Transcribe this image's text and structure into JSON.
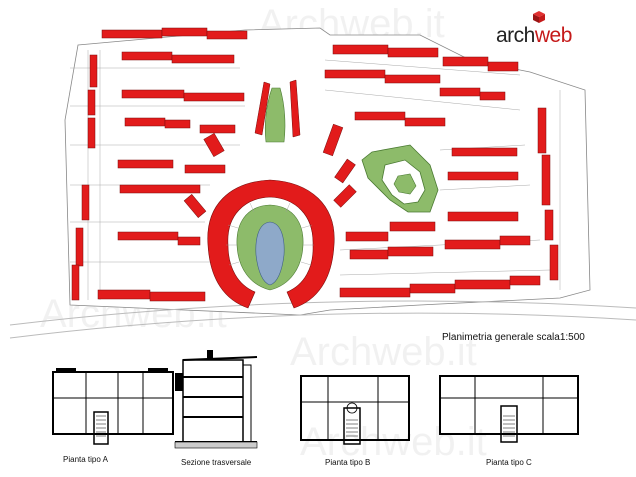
{
  "logo": {
    "text_main": "arch",
    "text_accent": "web",
    "icon": "cube-icon",
    "accent_color": "#c51a1a"
  },
  "watermark": {
    "text": "Archweb.it"
  },
  "site_plan": {
    "caption": "Planimetria generale scala1:500",
    "building_color": "#e21b1b",
    "green_color": "#8dbb6a",
    "water_color": "#8ea9c9"
  },
  "details": {
    "plan_a_label": "Pianta tipo A",
    "section_label": "Sezione trasversale",
    "plan_b_label": "Pianta tipo B",
    "plan_c_label": "Pianta tipo C"
  }
}
